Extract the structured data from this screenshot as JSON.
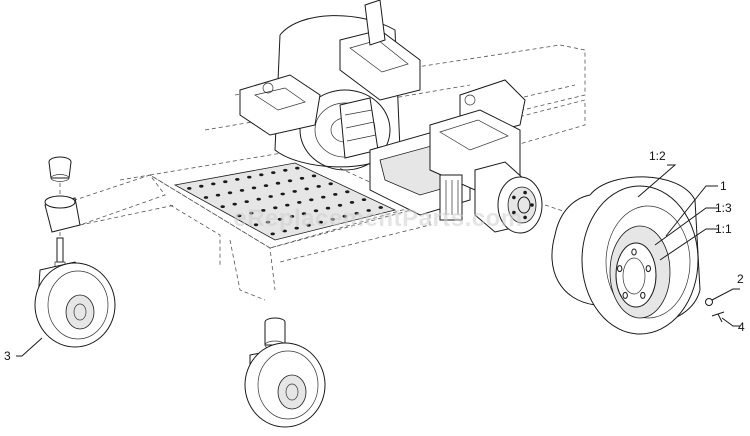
{
  "callouts": {
    "c_1_2": "1:2",
    "c_1": "1",
    "c_1_3": "1:3",
    "c_1_1": "1:1",
    "c_2": "2",
    "c_4": "4",
    "c_3": "3"
  },
  "watermark": "eReplacementParts.com"
}
